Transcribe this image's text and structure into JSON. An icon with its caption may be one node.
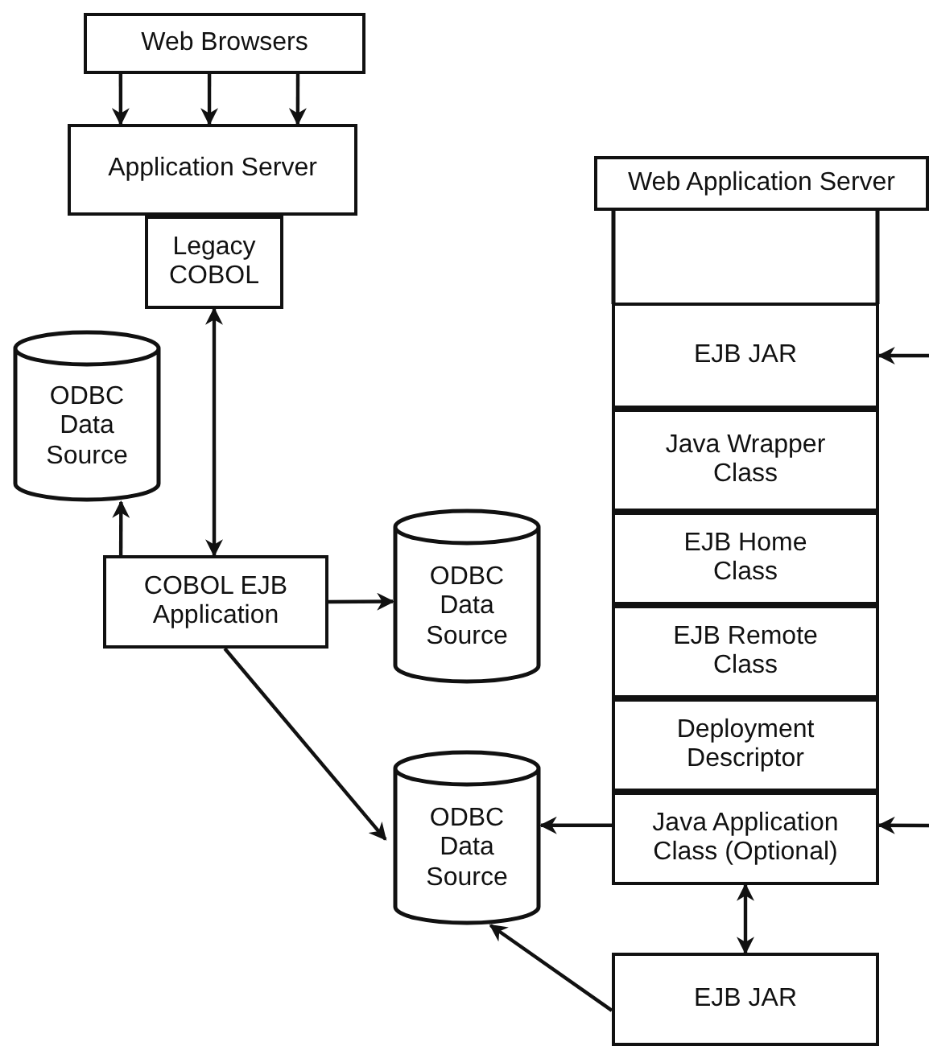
{
  "diagram": {
    "nodes": [
      {
        "text": [
          "Web Browsers"
        ]
      },
      {
        "text": [
          "Application Server"
        ]
      },
      {
        "text": [
          "Legacy COBOL"
        ]
      },
      {
        "text": [
          "ODBC Data Source"
        ]
      },
      {
        "text": [
          "Web Application Server"
        ]
      },
      {
        "text": [
          "EJB JAR"
        ]
      },
      {
        "text": [
          "Java Wrapper Class"
        ]
      },
      {
        "text": [
          "EJB Home Class"
        ]
      },
      {
        "text": [
          "EJB Remote Class"
        ]
      },
      {
        "text": [
          "Deployment Descriptor"
        ]
      },
      {
        "text": [
          "Java Application Class (Optional)"
        ]
      },
      {
        "text": [
          "COBOL EJB Application"
        ]
      },
      {
        "text": [
          "ODBC Data Source"
        ]
      },
      {
        "text": [
          "ODBC Data Source"
        ]
      },
      {
        "text": [
          "EJB JAR"
        ]
      }
    ],
    "edges": [
      {
        "from": 0,
        "to": 1,
        "arrow": "to"
      },
      {
        "from": 0,
        "to": 1,
        "arrow": "to"
      },
      {
        "from": 0,
        "to": 1,
        "arrow": "to"
      },
      {
        "from": 11,
        "to": 2,
        "arrow": "both"
      },
      {
        "from": 11,
        "to": 3,
        "arrow": "to"
      },
      {
        "from": 11,
        "to": 12,
        "arrow": "to"
      },
      {
        "from": 11,
        "to": 13,
        "arrow": "to"
      },
      {
        "from": 10,
        "to": 13,
        "arrow": "to"
      },
      {
        "from": null,
        "to": 5,
        "arrow": "to"
      },
      {
        "from": null,
        "to": 10,
        "arrow": "to"
      },
      {
        "from": 10,
        "to": 14,
        "arrow": "both"
      },
      {
        "from": 14,
        "to": 13,
        "arrow": "to"
      }
    ]
  }
}
